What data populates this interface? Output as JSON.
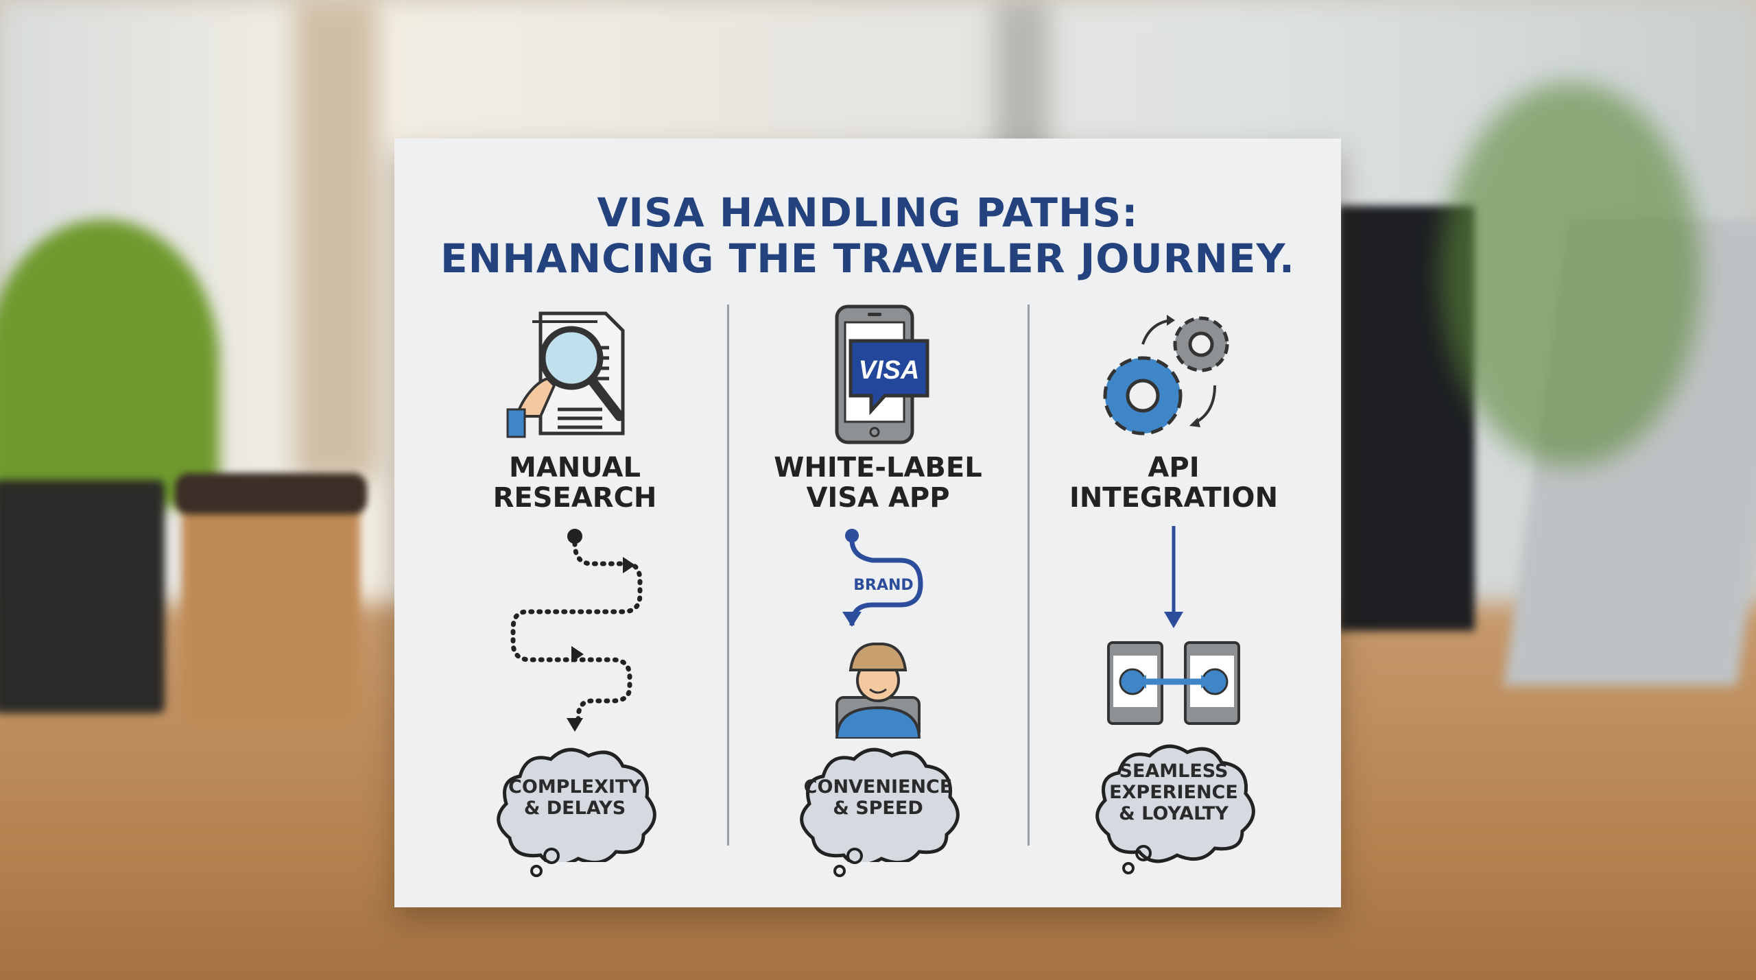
{
  "title": {
    "line1": "VISA HANDLING PATHS:",
    "line2": "ENHANCING THE TRAVELER JOURNEY."
  },
  "columns": [
    {
      "label_line1": "MANUAL",
      "label_line2": "RESEARCH",
      "icon": "magnifier-document-icon",
      "path": "dotted-winding-path",
      "outcome": [
        "COMPLEXITY",
        "& DELAYS"
      ]
    },
    {
      "label_line1": "WHITE-LABEL",
      "label_line2": "VISA APP",
      "icon": "phone-visa-icon",
      "icon_text": "VISA",
      "path_label": "BRAND",
      "outcome": [
        "CONVENIENCE",
        "& SPEED"
      ]
    },
    {
      "label_line1": "API",
      "label_line2": "INTEGRATION",
      "icon": "gears-icon",
      "outcome": [
        "SEAMLESS",
        "EXPERIENCE",
        "& LOYALTY"
      ]
    }
  ],
  "colors": {
    "title": "#24427e",
    "accent_blue": "#3f86c8",
    "path_blue": "#2c4c9c",
    "card": "#eef0f1"
  }
}
